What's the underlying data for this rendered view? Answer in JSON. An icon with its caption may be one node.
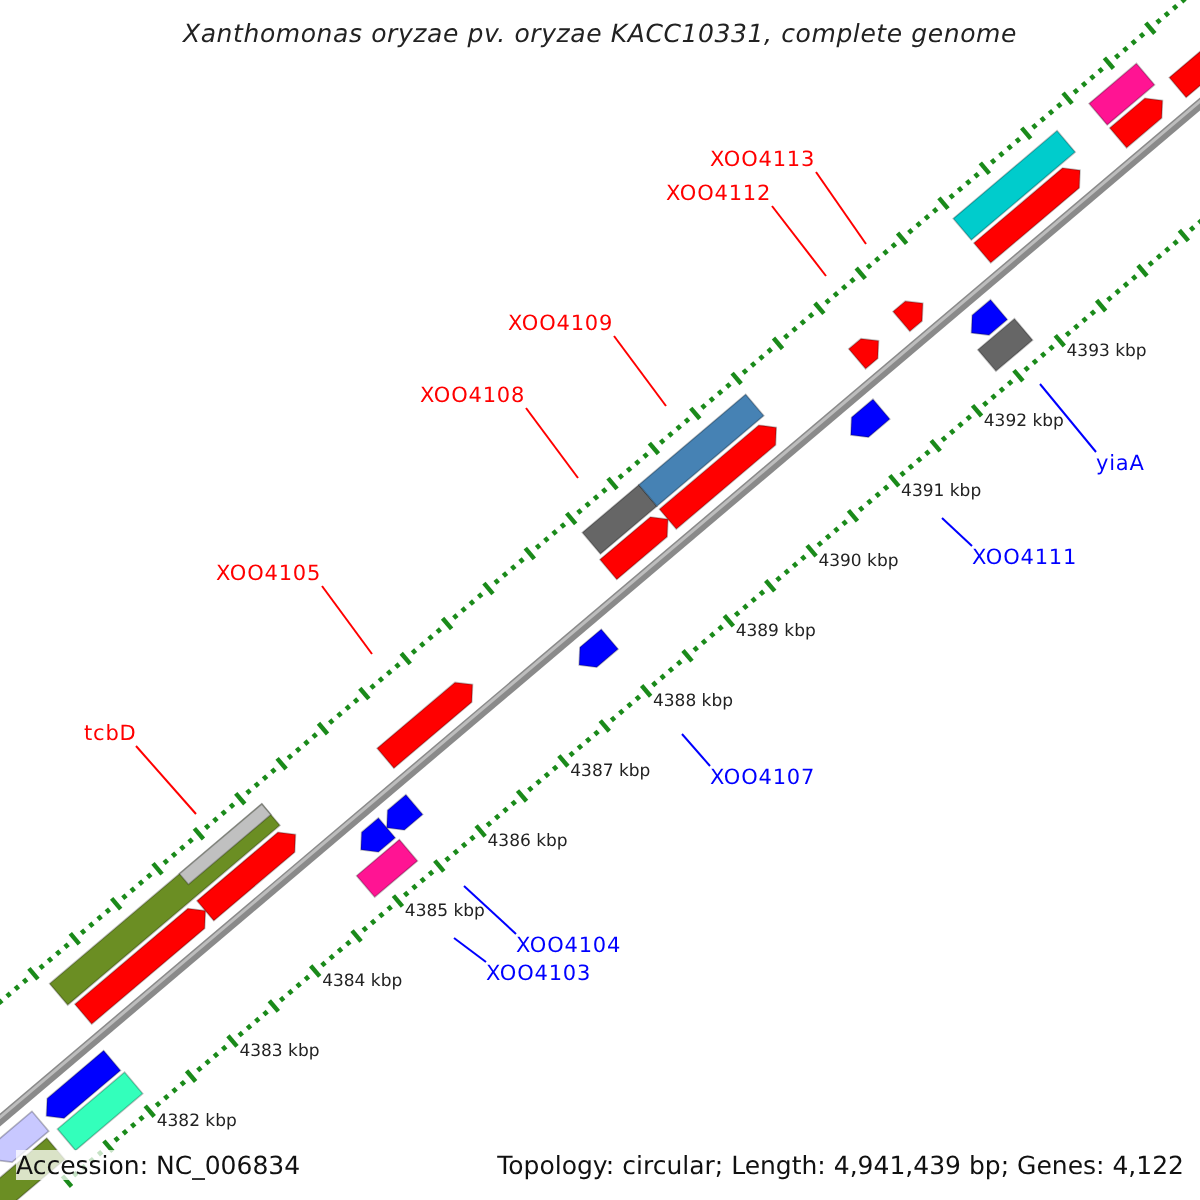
{
  "diagram": {
    "title": "Xanthomonas oryzae pv. oryzae KACC10331, complete genome",
    "nodes": [
      {
        "text": [
          "XOO4113"
        ]
      },
      {
        "text": [
          "XOO4112"
        ]
      },
      {
        "text": [
          "XOO4109"
        ]
      },
      {
        "text": [
          "XOO4108"
        ]
      },
      {
        "text": [
          "yiaA"
        ]
      },
      {
        "text": [
          "XOO4111"
        ]
      },
      {
        "text": [
          "XOO4105"
        ]
      },
      {
        "text": [
          "tcbD"
        ]
      },
      {
        "text": [
          "XOO4107"
        ]
      },
      {
        "text": [
          "XOO4104"
        ]
      },
      {
        "text": [
          "XOO4103"
        ]
      }
    ],
    "edges": [
      {
        "from": 0,
        "to": null,
        "arrow": "none"
      },
      {
        "from": 1,
        "to": null,
        "arrow": "none"
      },
      {
        "from": 2,
        "to": null,
        "arrow": "none"
      },
      {
        "from": 3,
        "to": null,
        "arrow": "none"
      },
      {
        "from": 4,
        "to": null,
        "arrow": "none",
        "color": "#0000ff"
      },
      {
        "from": 5,
        "to": null,
        "arrow": "none",
        "color": "#0000ff"
      },
      {
        "from": 6,
        "to": null,
        "arrow": "none"
      },
      {
        "from": 7,
        "to": null,
        "arrow": "none"
      },
      {
        "from": 8,
        "to": null,
        "arrow": "none",
        "color": "#0000ff"
      },
      {
        "from": 9,
        "to": null,
        "arrow": "none",
        "color": "#0000ff"
      },
      {
        "from": 10,
        "to": null,
        "arrow": "none",
        "color": "#0000ff"
      }
    ],
    "labels": [
      "4393 kbp",
      "4392 kbp",
      "4391 kbp",
      "4390 kbp",
      "4389 kbp",
      "4388 kbp",
      "4387 kbp",
      "4386 kbp",
      "4385 kbp",
      "4384 kbp",
      "4383 kbp",
      "4382 kbp",
      "Accession: NC_006834",
      "Topology: circular; Length: 4,941,439 bp; Genes: 4,122"
    ]
  }
}
